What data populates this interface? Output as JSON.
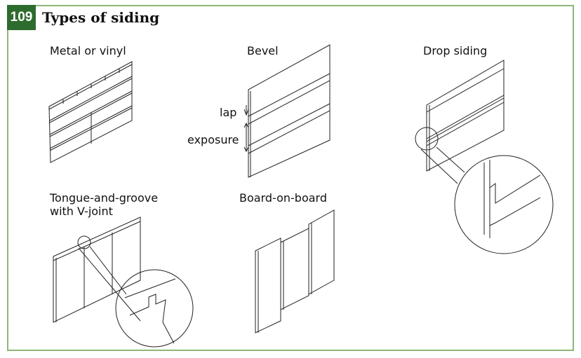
{
  "figure": {
    "number": "109",
    "title": "Types of siding"
  },
  "panels": {
    "metal_vinyl": "Metal or vinyl",
    "bevel": "Bevel",
    "drop_siding": "Drop siding",
    "tongue_groove_line1": "Tongue-and-groove",
    "tongue_groove_line2": "with V-joint",
    "board_on_board": "Board-on-board"
  },
  "annotations": {
    "lap": "lap",
    "exposure": "exposure"
  },
  "colors": {
    "accent": "#2e6b2e",
    "border": "#8db77a"
  }
}
